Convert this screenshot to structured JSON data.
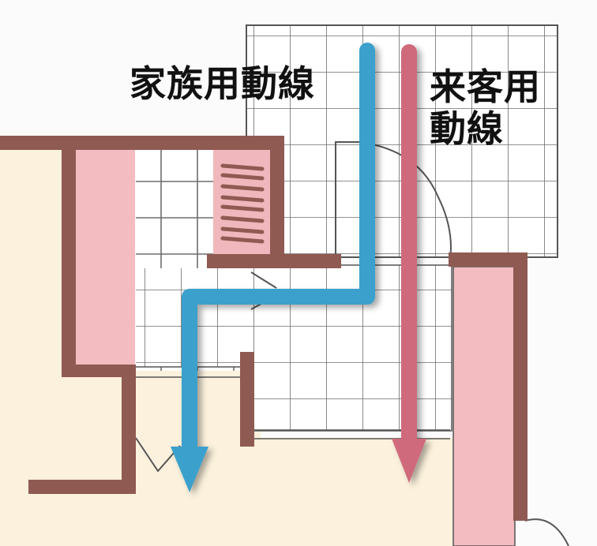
{
  "diagram": {
    "type": "floor-plan-circulation",
    "labels": {
      "family_route": "家族用動線",
      "guest_route_line1": "来客用",
      "guest_route_line2": "動線"
    },
    "routes": [
      {
        "name": "family_route",
        "label": "家族用動線",
        "color": "#3aa0cc",
        "direction": "down-then-left-then-down"
      },
      {
        "name": "guest_route",
        "label": "来客用動線",
        "color": "#cf6b7c",
        "direction": "straight-down"
      }
    ],
    "colors": {
      "wall": "#8f5a52",
      "storage_fill": "#f3bcc0",
      "floor_fill": "#fbf1dc",
      "grid_line": "#6a6a6a",
      "background": "#fbfbfb"
    }
  }
}
